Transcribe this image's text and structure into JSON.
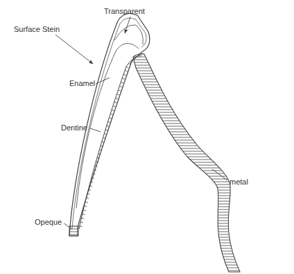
{
  "diagram": {
    "labels": [
      "Transparent",
      "Surface Stein",
      "Enamel",
      "Dentine",
      "Opeque",
      "metal"
    ]
  }
}
